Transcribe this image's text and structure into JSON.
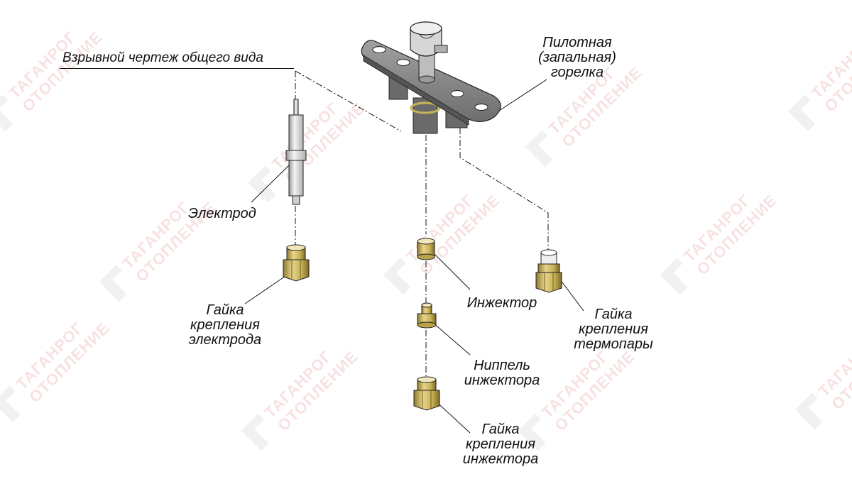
{
  "title": "Взрывной чертеж общего вида",
  "watermark": {
    "brand": "ТАГАНРОГ ОТОПЛЕНИЕ"
  },
  "labels": {
    "pilot_burner": [
      "Пилотная",
      "(запальная)",
      "горелка"
    ],
    "electrode": [
      "Электрод"
    ],
    "electrode_nut": [
      "Гайка",
      "крепления",
      "электрода"
    ],
    "injector": [
      "Инжектор"
    ],
    "injector_nipple": [
      "Ниппель",
      "инжектора"
    ],
    "injector_nut": [
      "Гайка",
      "крепления",
      "инжектора"
    ],
    "thermocouple_nut": [
      "Гайка",
      "крепления",
      "термопары"
    ]
  },
  "colors": {
    "brass": "#c9b35a",
    "brass_dark": "#8f7a2e",
    "plate": "#8a8a8a",
    "plate_dark": "#555555",
    "line": "#111111",
    "watermark_red": "#c42020"
  }
}
